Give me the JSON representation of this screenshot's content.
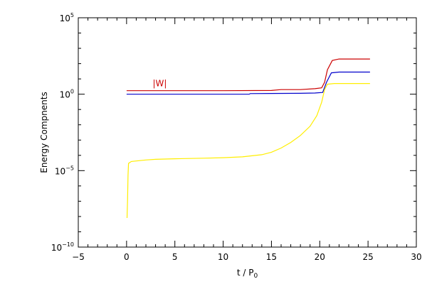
{
  "chart_data": {
    "type": "line",
    "title": "",
    "xlabel": "t / P",
    "xlabel_sub": "0",
    "ylabel": "Energy Compnents",
    "xlim": [
      -5,
      30
    ],
    "ylim": [
      1e-10,
      100000.0
    ],
    "ylog": true,
    "grid": false,
    "x_ticks": [
      {
        "value": -5,
        "label": "−5"
      },
      {
        "value": 0,
        "label": "0"
      },
      {
        "value": 5,
        "label": "5"
      },
      {
        "value": 10,
        "label": "10"
      },
      {
        "value": 15,
        "label": "15"
      },
      {
        "value": 20,
        "label": "20"
      },
      {
        "value": 25,
        "label": "25"
      },
      {
        "value": 30,
        "label": "30"
      }
    ],
    "y_ticks": [
      {
        "value": 1e-10,
        "base": "10",
        "exp": "−10"
      },
      {
        "value": 1e-05,
        "base": "10",
        "exp": "−5"
      },
      {
        "value": 1,
        "base": "10",
        "exp": "0"
      },
      {
        "value": 100000.0,
        "base": "10",
        "exp": "5"
      }
    ],
    "annotations": [
      {
        "text": "|W|",
        "x": 2.7,
        "y": 3.3,
        "color": "#cc0000"
      }
    ],
    "series": [
      {
        "color": "#cc0000",
        "points": [
          [
            0,
            1.7
          ],
          [
            5,
            1.7
          ],
          [
            10,
            1.7
          ],
          [
            15,
            1.75
          ],
          [
            16,
            2.0
          ],
          [
            18,
            2.0
          ],
          [
            19.5,
            2.3
          ],
          [
            20.2,
            2.6
          ],
          [
            20.5,
            6
          ],
          [
            20.8,
            40
          ],
          [
            21.3,
            160
          ],
          [
            22,
            200
          ],
          [
            25.2,
            200
          ]
        ]
      },
      {
        "color": "#0000cc",
        "points": [
          [
            0,
            1.0
          ],
          [
            5,
            1.0
          ],
          [
            10,
            1.0
          ],
          [
            12.7,
            1.0
          ],
          [
            12.8,
            1.1
          ],
          [
            18,
            1.15
          ],
          [
            19.5,
            1.2
          ],
          [
            20.3,
            1.3
          ],
          [
            20.7,
            6
          ],
          [
            21.2,
            25
          ],
          [
            22,
            28
          ],
          [
            25.2,
            28
          ]
        ]
      },
      {
        "color": "#ffee00",
        "points": [
          [
            0.05,
            8e-09
          ],
          [
            0.1,
            1e-07
          ],
          [
            0.15,
            5e-06
          ],
          [
            0.2,
            3e-05
          ],
          [
            0.5,
            4e-05
          ],
          [
            2,
            5e-05
          ],
          [
            3,
            5.5e-05
          ],
          [
            5,
            6e-05
          ],
          [
            8,
            6.5e-05
          ],
          [
            10,
            7e-05
          ],
          [
            12,
            8e-05
          ],
          [
            14,
            0.00011
          ],
          [
            15,
            0.00016
          ],
          [
            16,
            0.0003
          ],
          [
            17,
            0.0007
          ],
          [
            18,
            0.002
          ],
          [
            19,
            0.008
          ],
          [
            19.7,
            0.04
          ],
          [
            20.2,
            0.3
          ],
          [
            20.5,
            2.0
          ],
          [
            20.8,
            4.5
          ],
          [
            21.5,
            5.0
          ],
          [
            25.2,
            5.0
          ]
        ]
      }
    ]
  }
}
